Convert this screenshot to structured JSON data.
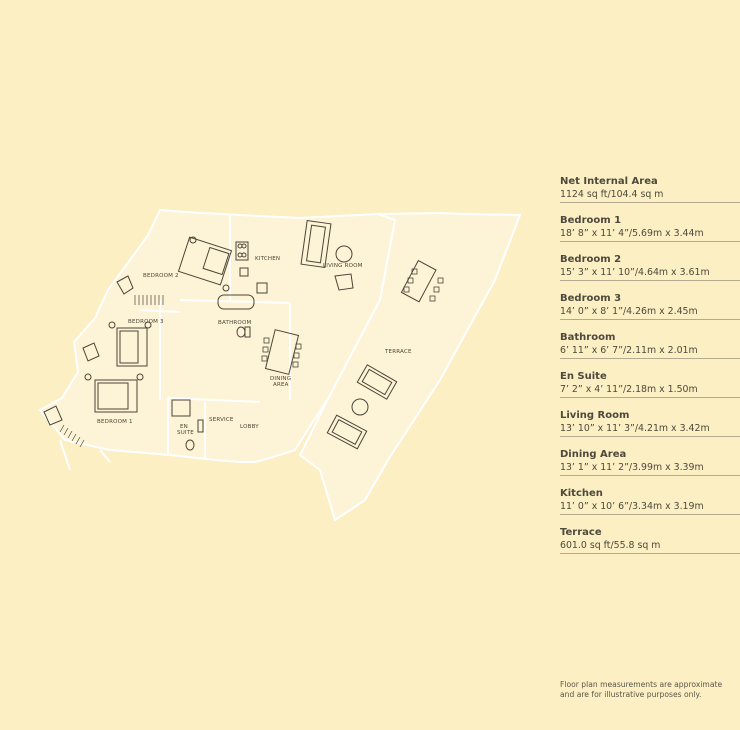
{
  "specs": [
    {
      "title": "Net Internal Area",
      "value": "1124 sq ft/104.4 sq m"
    },
    {
      "title": "Bedroom 1",
      "value": "18’ 8” x 11’ 4”/5.69m x 3.44m"
    },
    {
      "title": "Bedroom 2",
      "value": "15’ 3” x 11’ 10”/4.64m x 3.61m"
    },
    {
      "title": "Bedroom 3",
      "value": "14’ 0” x 8’ 1”/4.26m x 2.45m"
    },
    {
      "title": "Bathroom",
      "value": "6’ 11” x 6’ 7”/2.11m x 2.01m"
    },
    {
      "title": "En Suite",
      "value": "7’ 2” x 4’ 11”/2.18m x 1.50m"
    },
    {
      "title": "Living Room",
      "value": "13’ 10” x 11’ 3”/4.21m x 3.42m"
    },
    {
      "title": "Dining Area",
      "value": "13’ 1” x 11’ 2”/3.99m x 3.39m"
    },
    {
      "title": "Kitchen",
      "value": "11’ 0” x 10’ 6”/3.34m x 3.19m"
    },
    {
      "title": "Terrace",
      "value": "601.0 sq ft/55.8 sq m"
    }
  ],
  "plan_labels": {
    "bedroom_2": "BEDROOM 2",
    "kitchen": "KITCHEN",
    "living_room": "LIVING ROOM",
    "bedroom_3": "BEDROOM 3",
    "bathroom": "BATHROOM",
    "terrace": "TERRACE",
    "dining_1": "DINING",
    "dining_2": "AREA",
    "bedroom_1": "BEDROOM 1",
    "service": "SERVICE",
    "en_1": "EN",
    "en_2": "SUITE",
    "lobby": "LOBBY"
  },
  "disclaimer": {
    "line1": "Floor plan measurements are approximate",
    "line2": "and are for illustrative purposes only."
  },
  "colors": {
    "background": "#fcefc4",
    "plan_fill": "#fdf3d6",
    "wall": "#ffffff",
    "furniture_stroke": "#4a4638",
    "divider": "#b3ab8f"
  }
}
